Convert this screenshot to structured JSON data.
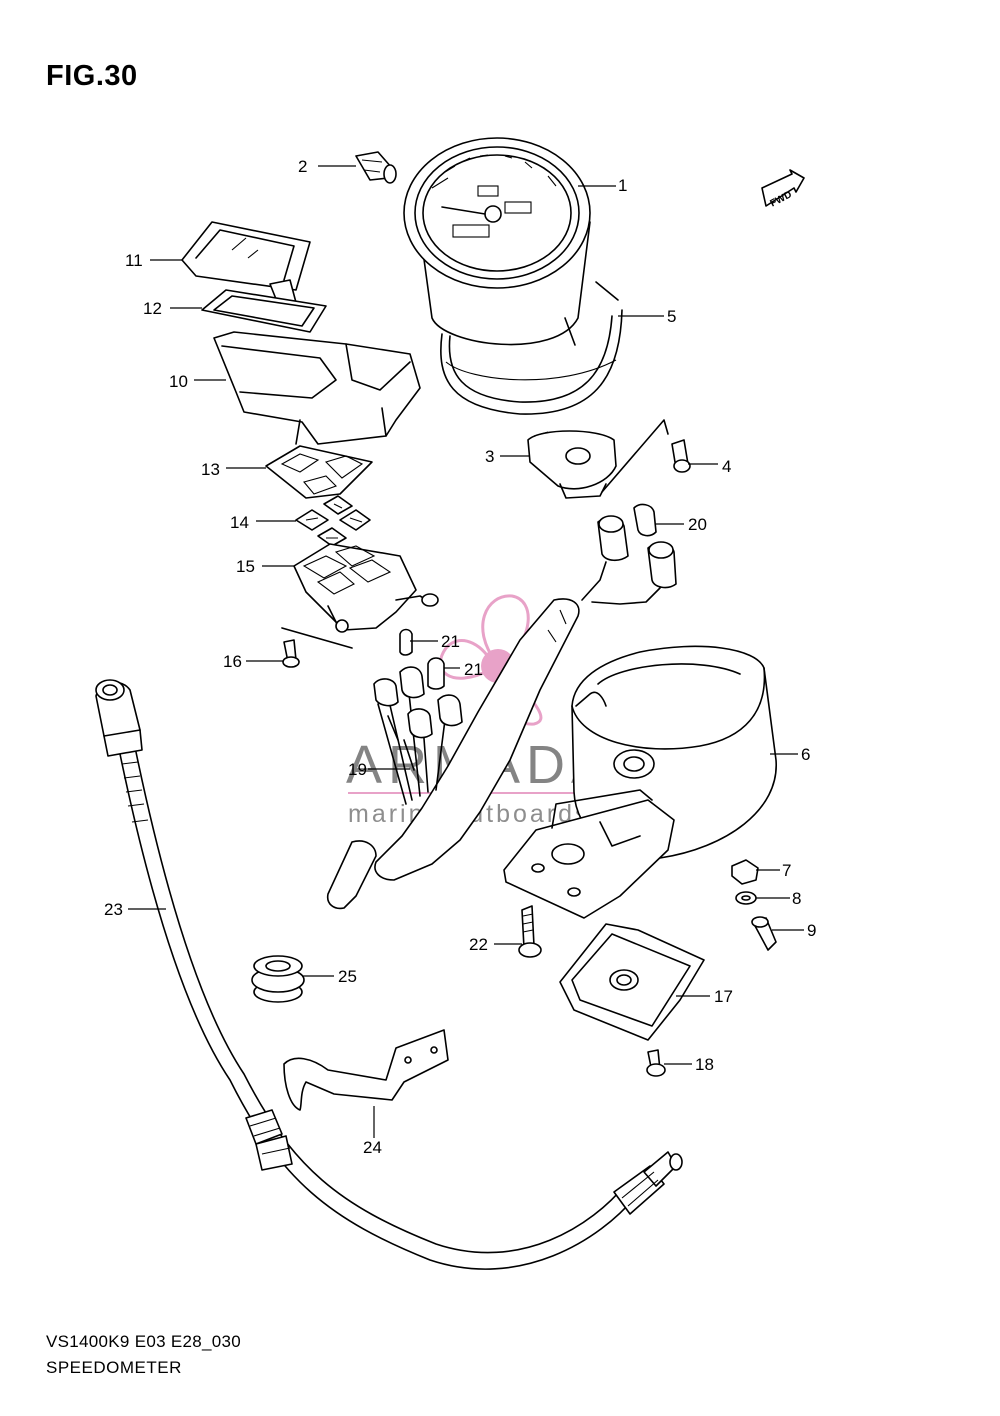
{
  "figure": {
    "title": "FIG.30",
    "model_code": "VS1400K9 E03 E28_030",
    "name": "SPEEDOMETER"
  },
  "fwd_badge": "FWD",
  "watermark": {
    "brand": "ARMADA",
    "tagline": "marine outboards",
    "accent_color": "#e8a2c8",
    "text_color": "#6e6e6e"
  },
  "callouts": {
    "c1": "1",
    "c2": "2",
    "c3": "3",
    "c4": "4",
    "c5": "5",
    "c6": "6",
    "c7": "7",
    "c8": "8",
    "c9": "9",
    "c10": "10",
    "c11": "11",
    "c12": "12",
    "c13": "13",
    "c14": "14",
    "c15": "15",
    "c16": "16",
    "c17": "17",
    "c18": "18",
    "c19": "19",
    "c20": "20",
    "c21a": "21",
    "c21b": "21",
    "c22": "22",
    "c23": "23",
    "c24": "24",
    "c25": "25"
  }
}
